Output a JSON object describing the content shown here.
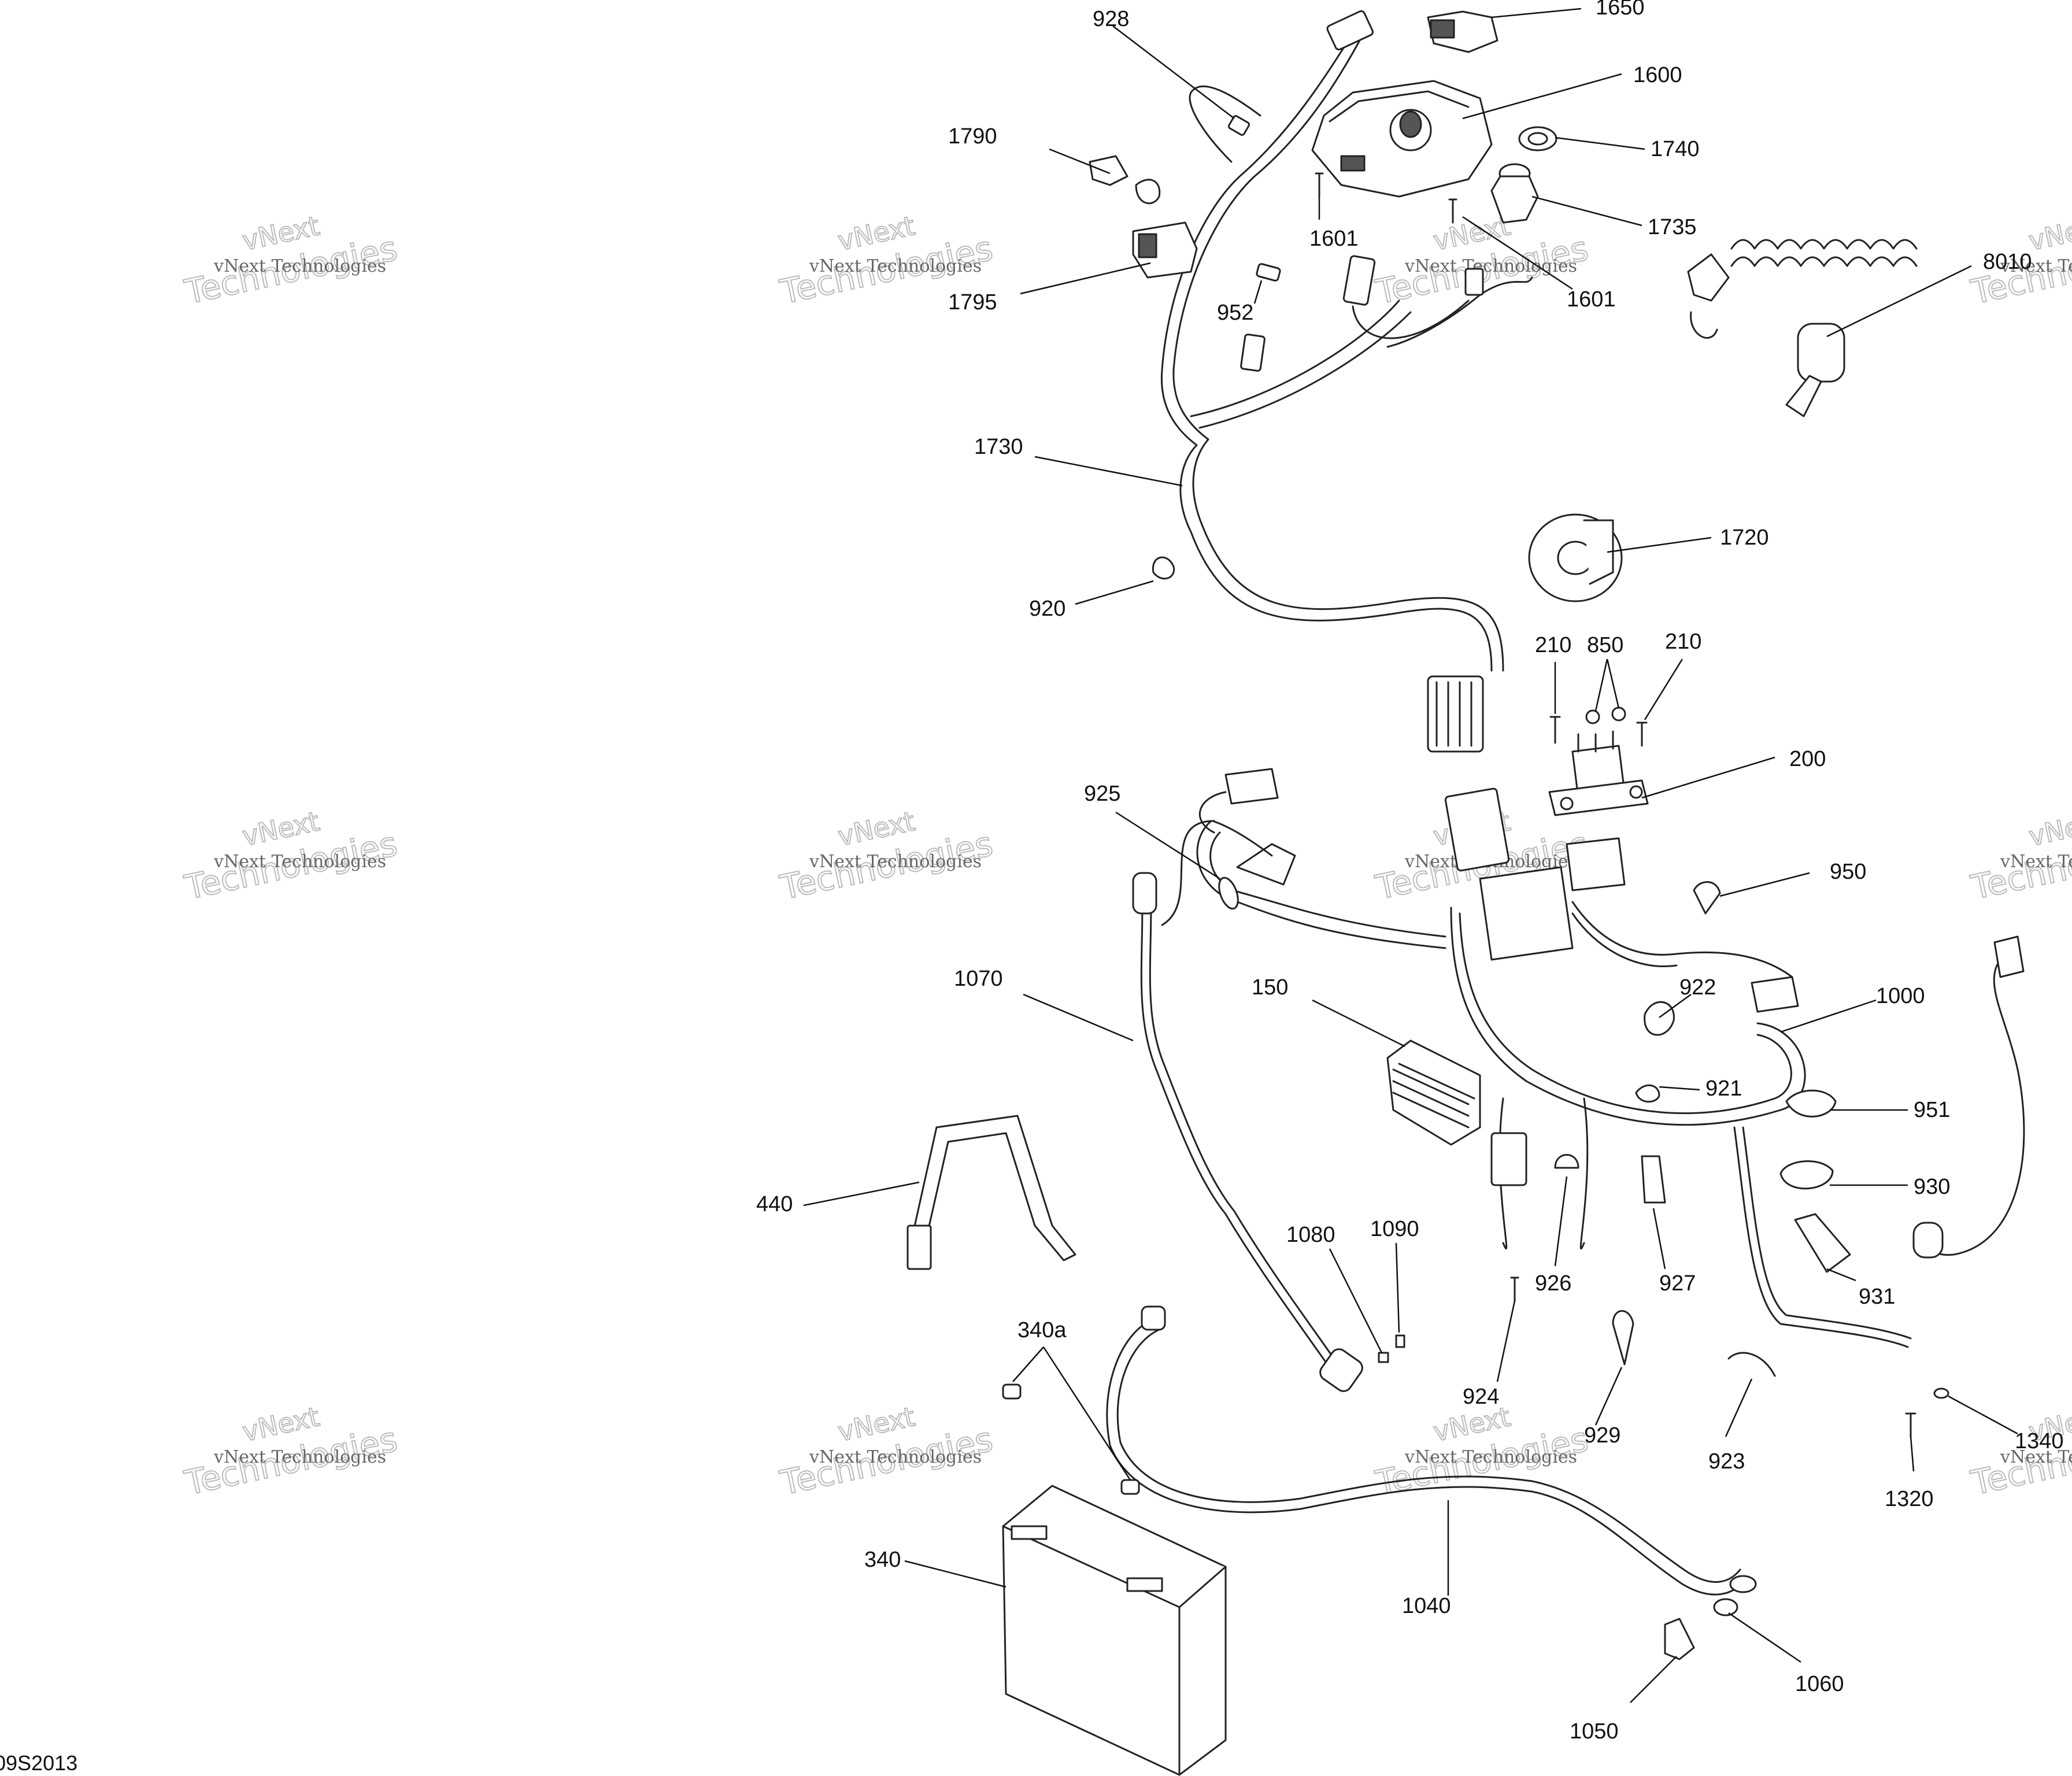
{
  "diagram": {
    "drawing_code": "09S2013",
    "watermark": {
      "line1": "vNext Technologies",
      "line2": "Technologies",
      "line3": "vNext"
    },
    "callouts": [
      {
        "id": "928",
        "text": "928"
      },
      {
        "id": "1650",
        "text": "1650"
      },
      {
        "id": "1600",
        "text": "1600"
      },
      {
        "id": "1790",
        "text": "1790"
      },
      {
        "id": "1740",
        "text": "1740"
      },
      {
        "id": "1601a",
        "text": "1601"
      },
      {
        "id": "1735",
        "text": "1735"
      },
      {
        "id": "1795",
        "text": "1795"
      },
      {
        "id": "952",
        "text": "952"
      },
      {
        "id": "1601b",
        "text": "1601"
      },
      {
        "id": "8010",
        "text": "8010"
      },
      {
        "id": "1730",
        "text": "1730"
      },
      {
        "id": "1720",
        "text": "1720"
      },
      {
        "id": "920",
        "text": "920"
      },
      {
        "id": "210a",
        "text": "210"
      },
      {
        "id": "850",
        "text": "850"
      },
      {
        "id": "210b",
        "text": "210"
      },
      {
        "id": "200",
        "text": "200"
      },
      {
        "id": "925",
        "text": "925"
      },
      {
        "id": "950",
        "text": "950"
      },
      {
        "id": "1070",
        "text": "1070"
      },
      {
        "id": "150",
        "text": "150"
      },
      {
        "id": "922",
        "text": "922"
      },
      {
        "id": "1000",
        "text": "1000"
      },
      {
        "id": "921",
        "text": "921"
      },
      {
        "id": "951",
        "text": "951"
      },
      {
        "id": "930",
        "text": "930"
      },
      {
        "id": "440",
        "text": "440"
      },
      {
        "id": "1080",
        "text": "1080"
      },
      {
        "id": "1090",
        "text": "1090"
      },
      {
        "id": "926",
        "text": "926"
      },
      {
        "id": "927",
        "text": "927"
      },
      {
        "id": "931",
        "text": "931"
      },
      {
        "id": "340a",
        "text": "340a"
      },
      {
        "id": "924",
        "text": "924"
      },
      {
        "id": "929",
        "text": "929"
      },
      {
        "id": "923",
        "text": "923"
      },
      {
        "id": "1340",
        "text": "1340"
      },
      {
        "id": "1320",
        "text": "1320"
      },
      {
        "id": "340",
        "text": "340"
      },
      {
        "id": "1040",
        "text": "1040"
      },
      {
        "id": "1060",
        "text": "1060"
      },
      {
        "id": "1050",
        "text": "1050"
      }
    ]
  }
}
